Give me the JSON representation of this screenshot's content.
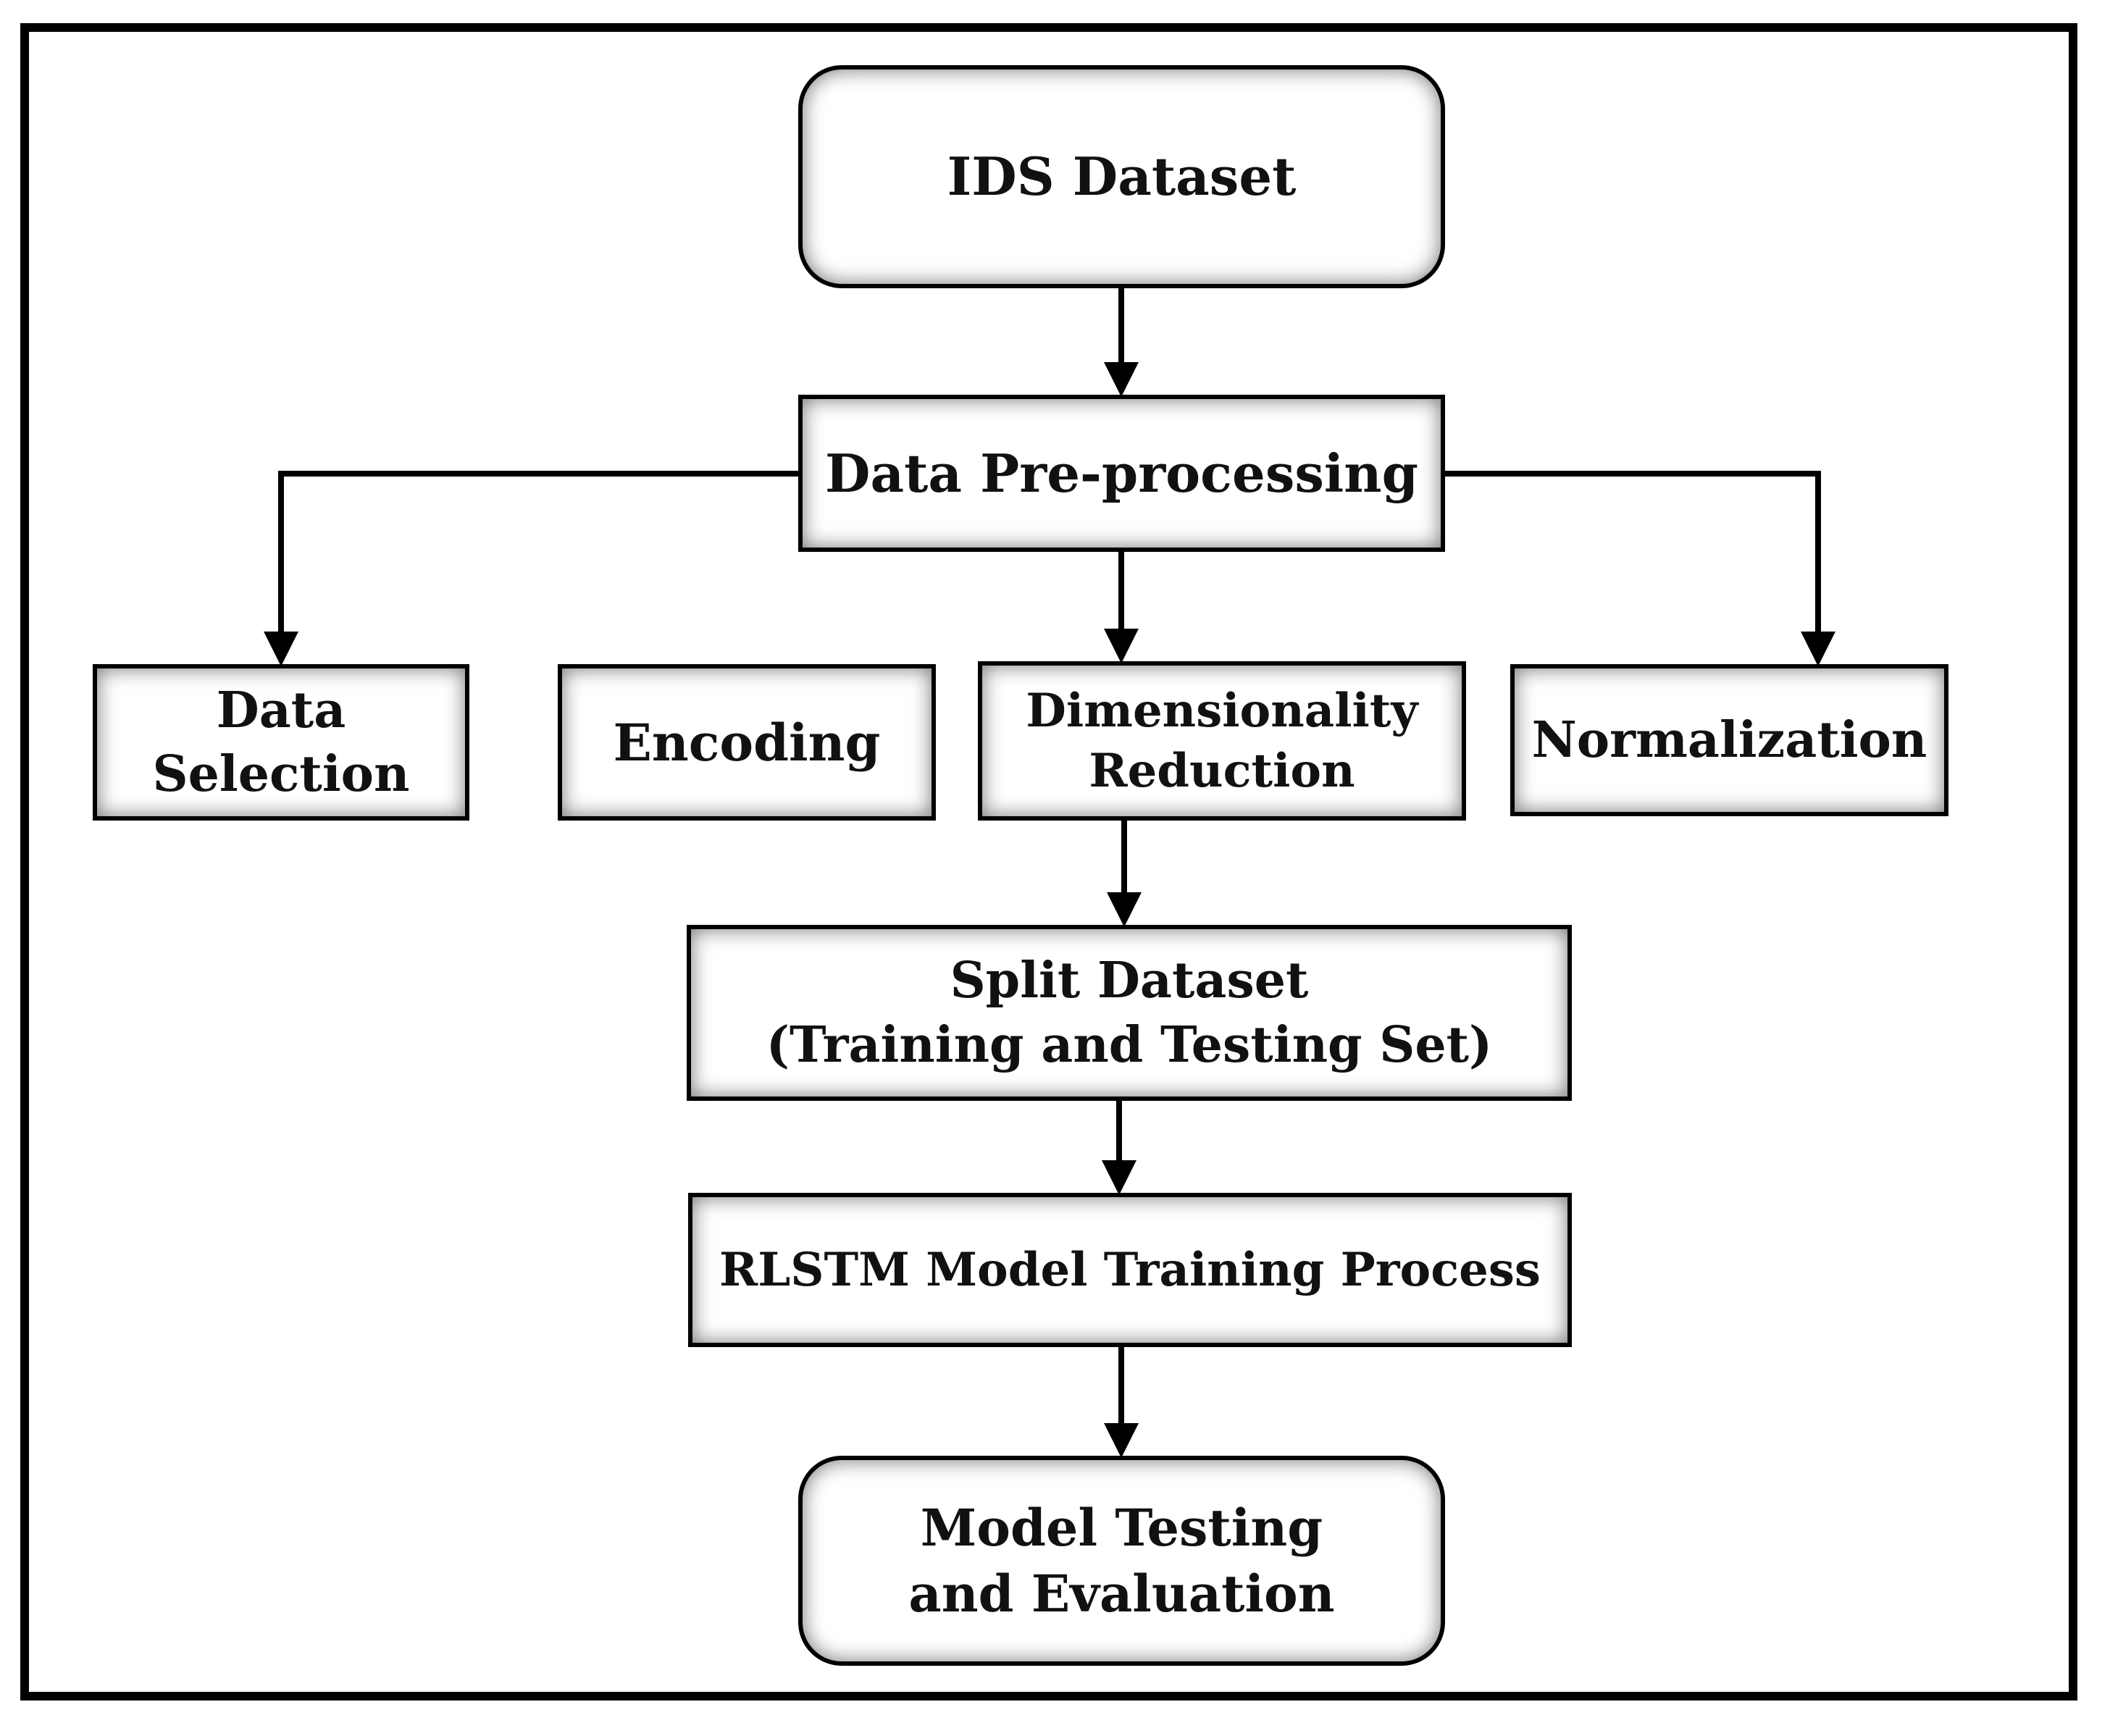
{
  "nodes": {
    "ids_dataset": "IDS Dataset",
    "data_preprocessing": "Data Pre-processing",
    "data_selection": "Data Selection",
    "encoding": "Encoding",
    "dimensionality_reduction": "Dimensionality\nReduction",
    "normalization": "Normalization",
    "split_dataset": "Split Dataset\n(Training and Testing Set)",
    "rlstm_training": "RLSTM Model Training Process",
    "model_testing": "Model Testing\nand Evaluation"
  },
  "edges": [
    {
      "from": "ids_dataset",
      "to": "data_preprocessing"
    },
    {
      "from": "data_preprocessing",
      "to": "data_selection"
    },
    {
      "from": "data_preprocessing",
      "to": "dimensionality_reduction"
    },
    {
      "from": "data_preprocessing",
      "to": "normalization"
    },
    {
      "from": "dimensionality_reduction",
      "to": "split_dataset"
    },
    {
      "from": "split_dataset",
      "to": "rlstm_training"
    },
    {
      "from": "rlstm_training",
      "to": "model_testing"
    }
  ]
}
